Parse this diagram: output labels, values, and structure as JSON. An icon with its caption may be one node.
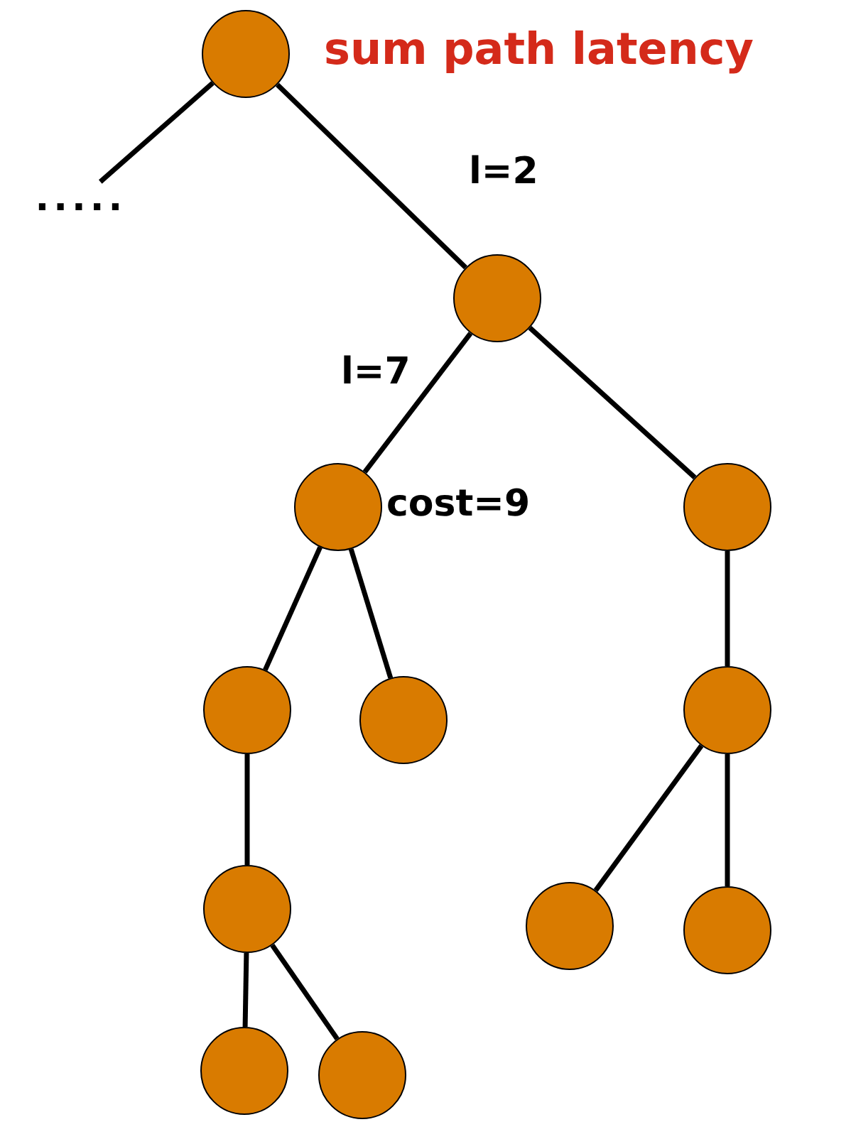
{
  "diagram": {
    "title": "sum path latency",
    "nodes": [
      {
        "text": [],
        "shape": "circle"
      },
      {
        "text": [
          "....."
        ]
      },
      {
        "text": [],
        "shape": "circle"
      },
      {
        "text": [],
        "shape": "circle",
        "beside": [
          "cost=9"
        ]
      },
      {
        "text": [],
        "shape": "circle"
      },
      {
        "text": [],
        "shape": "circle"
      },
      {
        "text": [],
        "shape": "circle"
      },
      {
        "text": [],
        "shape": "circle"
      },
      {
        "text": [],
        "shape": "circle"
      },
      {
        "text": [],
        "shape": "circle"
      },
      {
        "text": [],
        "shape": "circle"
      },
      {
        "text": [],
        "shape": "circle"
      },
      {
        "text": [],
        "shape": "circle"
      }
    ],
    "edges": [
      {
        "from": 0,
        "to": 1,
        "arrow": "none"
      },
      {
        "from": 0,
        "to": 2,
        "arrow": "none",
        "label": "l=2"
      },
      {
        "from": 2,
        "to": 3,
        "arrow": "none",
        "label": "l=7"
      },
      {
        "from": 2,
        "to": 4,
        "arrow": "none"
      },
      {
        "from": 3,
        "to": 5,
        "arrow": "none"
      },
      {
        "from": 3,
        "to": 6,
        "arrow": "none"
      },
      {
        "from": 4,
        "to": 7,
        "arrow": "none"
      },
      {
        "from": 5,
        "to": 8,
        "arrow": "none"
      },
      {
        "from": 7,
        "to": 9,
        "arrow": "none"
      },
      {
        "from": 7,
        "to": 10,
        "arrow": "none"
      },
      {
        "from": 8,
        "to": 11,
        "arrow": "none"
      },
      {
        "from": 8,
        "to": 12,
        "arrow": "none"
      }
    ]
  }
}
